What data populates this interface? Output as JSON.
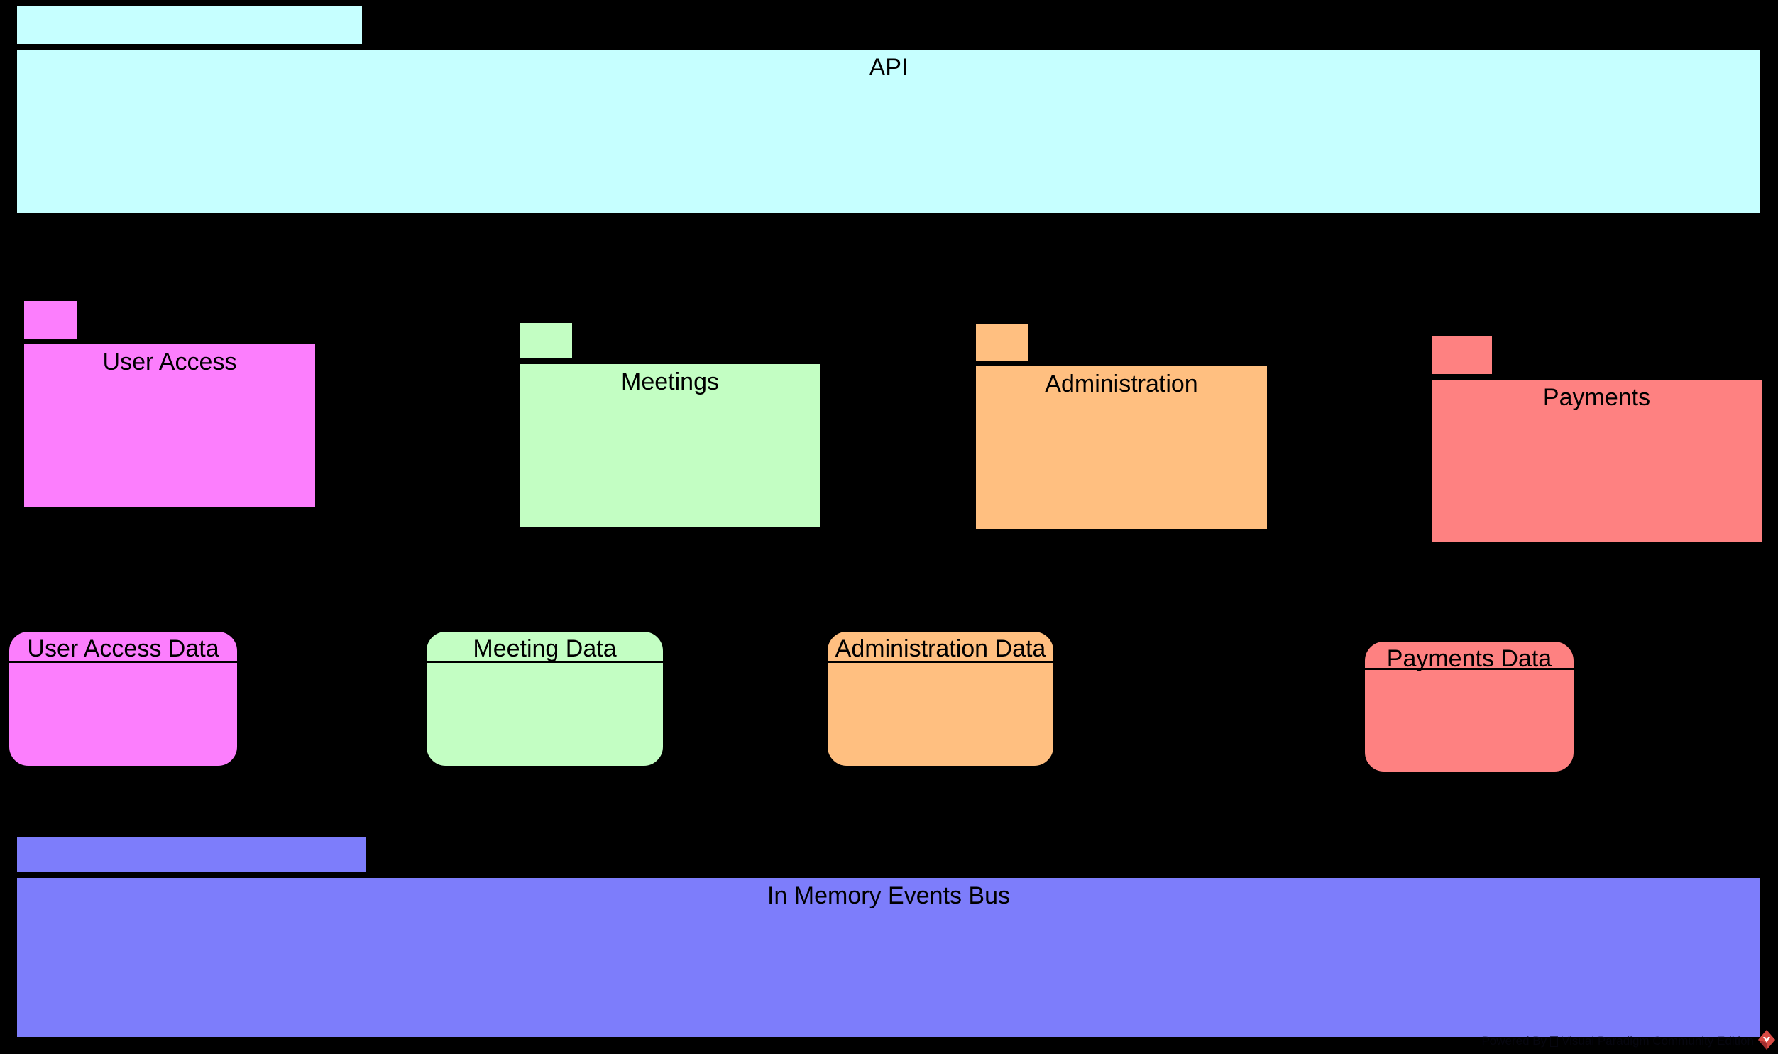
{
  "diagram": {
    "type": "uml-package-diagram",
    "background_color": "#000000",
    "packages": [
      {
        "id": "api",
        "label": "API",
        "color": "#C6FFFF"
      },
      {
        "id": "user-access",
        "label": "User Access",
        "color": "#FC7EFD"
      },
      {
        "id": "meetings",
        "label": "Meetings",
        "color": "#C3FEC3"
      },
      {
        "id": "administration",
        "label": "Administration",
        "color": "#FFBF80"
      },
      {
        "id": "payments",
        "label": "Payments",
        "color": "#FE8181"
      },
      {
        "id": "events-bus",
        "label": "In Memory Events Bus",
        "color": "#7D7DFB"
      }
    ],
    "datastores": [
      {
        "id": "user-access-data",
        "label": "User Access Data",
        "color": "#FC7EFD"
      },
      {
        "id": "meeting-data",
        "label": "Meeting Data",
        "color": "#C3FEC3"
      },
      {
        "id": "administration-data",
        "label": "Administration Data",
        "color": "#FFBF80"
      },
      {
        "id": "payments-data",
        "label": "Payments Data",
        "color": "#FE8181"
      }
    ],
    "watermark": {
      "prefix": "Powered By",
      "suffix": "Visual Paradigm Community Edition",
      "logo_color": "#D94B44",
      "logo_shadow_color": "#A32F2F"
    }
  }
}
